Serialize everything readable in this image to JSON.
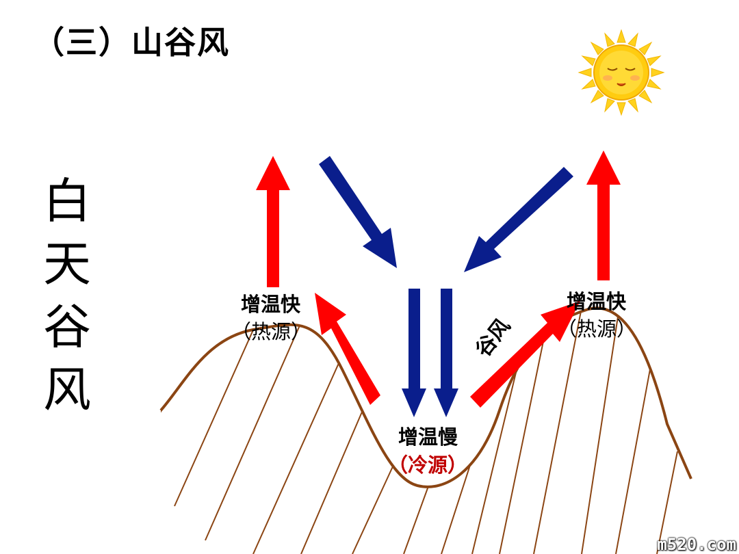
{
  "title": "（三）山谷风",
  "side_title": [
    "白",
    "天",
    "谷",
    "风"
  ],
  "labels": {
    "left_peak": "增温快",
    "left_peak_sub": "（热源）",
    "right_peak": "增温快",
    "right_peak_sub": "（热源）",
    "valley": "增温慢",
    "valley_sub": "（冷源）",
    "wind": "谷风"
  },
  "watermark": "m520.com",
  "colors": {
    "red_arrow": "#ff0000",
    "blue_arrow": "#0a1e8c",
    "terrain": "#8b4513",
    "cold_source_text": "#c00000"
  },
  "icons": {
    "sun": "sun-face-icon"
  }
}
